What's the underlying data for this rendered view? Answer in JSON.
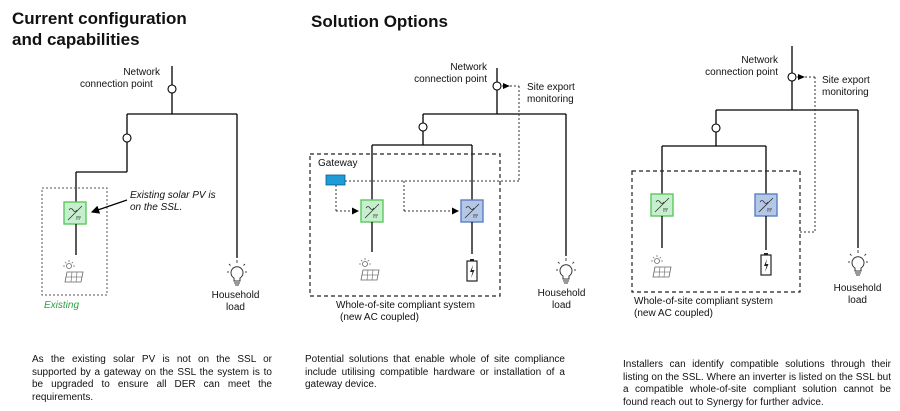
{
  "panel1": {
    "title_line1": "Current configuration",
    "title_line2": "and capabilities",
    "network_line1": "Network",
    "network_line2": "connection point",
    "callout_line1": "Existing solar PV is",
    "callout_line2": "on the SSL.",
    "existing_label": "Existing",
    "household_line1": "Household",
    "household_line2": "load",
    "description": "As the existing solar PV is not on the SSL or supported by a gateway on the SSL the system is to be upgraded to ensure all DER can meet the requirements."
  },
  "panel2": {
    "title": "Solution Options",
    "network_line1": "Network",
    "network_line2": "connection point",
    "site_export_line1": "Site export",
    "site_export_line2": "monitoring",
    "gateway_label": "Gateway",
    "system_line1": "Whole-of-site compliant system",
    "system_line2": "(new AC coupled)",
    "household_line1": "Household",
    "household_line2": "load",
    "description": "Potential solutions that enable whole of site compliance include utilising compatible hardware or installation of a gateway device."
  },
  "panel3": {
    "network_line1": "Network",
    "network_line2": "connection point",
    "site_export_line1": "Site export",
    "site_export_line2": "monitoring",
    "system_line1": "Whole-of-site compliant system",
    "system_line2": "(new AC coupled)",
    "household_line1": "Household",
    "household_line2": "load",
    "description": "Installers can identify compatible solutions through their listing on the SSL. Where an inverter is listed on the SSL but a compatible whole-of-site compliant solution cannot be found reach out to Synergy for further advice."
  },
  "colors": {
    "inverter_green": "#c6efce",
    "inverter_green_border": "#5cc85c",
    "inverter_blue": "#b4c7e7",
    "inverter_blue_border": "#5b7fc2",
    "gateway_blue": "#1f9bd7",
    "existing_text": "#2ea043"
  },
  "icons": {
    "inverter": "inverter-icon",
    "solar_panel": "solar-panel-icon",
    "battery": "battery-icon",
    "lightbulb": "lightbulb-icon",
    "gateway": "gateway-device-icon"
  }
}
